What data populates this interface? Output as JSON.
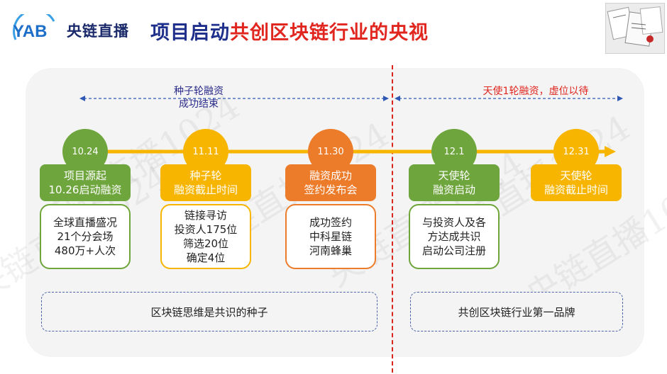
{
  "header": {
    "logo_text": "YAB",
    "brand": "央链直播",
    "title_dark": "项目启动",
    "title_red": "共创区块链行业的央视"
  },
  "phase_labels": {
    "left_line1": "种子轮融资",
    "left_line2": "成功结束",
    "right": "天使1轮融资，虚位以待"
  },
  "milestones": [
    {
      "date": "10.24",
      "head": [
        "项目源起",
        "10.26启动融资"
      ],
      "body": [
        "全球直播盛况",
        "21个分会场",
        "480万+人次"
      ]
    },
    {
      "date": "11.11",
      "head": [
        "种子轮",
        "融资截止时间"
      ],
      "body": [
        "链接寻访",
        "投资人175位",
        "筛选20位",
        "确定4位"
      ]
    },
    {
      "date": "11.30",
      "head": [
        "融资成功",
        "签约发布会"
      ],
      "body": [
        "成功签约",
        "中科星链",
        "河南蜂巢"
      ]
    },
    {
      "date": "12.1",
      "head": [
        "天使轮",
        "融资启动"
      ],
      "body": [
        "与投资人及各",
        "方达成共识",
        "启动公司注册"
      ]
    },
    {
      "date": "12.31",
      "head": [
        "天使轮",
        "融资截止时间"
      ],
      "body": []
    }
  ],
  "bottom": {
    "left": "区块链思维是共识的种子",
    "right": "共创区块链行业第一品牌"
  },
  "watermark": "央链直播1024",
  "colors": {
    "green": "#6ea53c",
    "yellow": "#f7b500",
    "orange": "#ec7b2a",
    "navy": "#1d2f8a",
    "red": "#e0261f",
    "dashed_blue": "#2f58b5"
  }
}
